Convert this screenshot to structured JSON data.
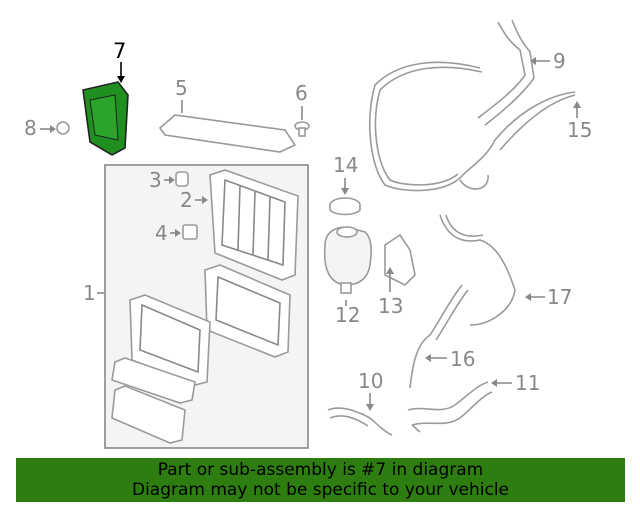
{
  "diagram": {
    "callouts": {
      "c1": "1",
      "c2": "2",
      "c3": "3",
      "c4": "4",
      "c5": "5",
      "c6": "6",
      "c7": "7",
      "c8": "8",
      "c9": "9",
      "c10": "10",
      "c11": "11",
      "c12": "12",
      "c13": "13",
      "c14": "14",
      "c15": "15",
      "c16": "16",
      "c17": "17"
    },
    "highlighted_part": "7",
    "highlight_color": "#1f8f1f",
    "callout_color": "#888888"
  },
  "banner": {
    "line1": "Part or sub-assembly is #7 in diagram",
    "line2": "Diagram may not be specific to your vehicle",
    "background": "#2e7d10"
  }
}
